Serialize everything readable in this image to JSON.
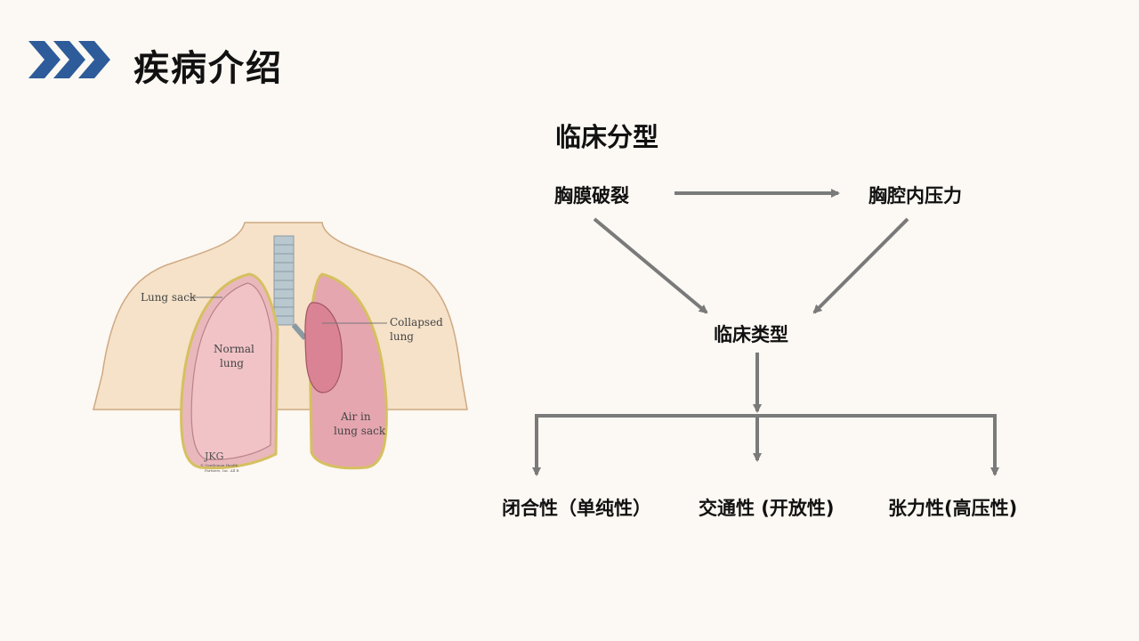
{
  "header": {
    "title": "疾病介绍",
    "icon": "triple-chevron-icon",
    "accent_color": "#2e5b9a"
  },
  "figure": {
    "labels": {
      "lung_sack": "Lung sack",
      "normal_lung_1": "Normal",
      "normal_lung_2": "lung",
      "collapsed_1": "Collapsed",
      "collapsed_2": "lung",
      "air_1": "Air in",
      "air_2": "lung sack",
      "signature": "JKG",
      "credit_1": "© Gentleman Health",
      "credit_2": "Partners, Inc. All R"
    }
  },
  "flowchart": {
    "section_title": "临床分型",
    "cause_left": "胸膜破裂",
    "cause_right": "胸腔内压力",
    "center": "临床类型",
    "types": [
      "闭合性（单纯性）",
      "交通性 (开放性)",
      "张力性(高压性)"
    ],
    "arrow_color": "#7a7a7a"
  }
}
